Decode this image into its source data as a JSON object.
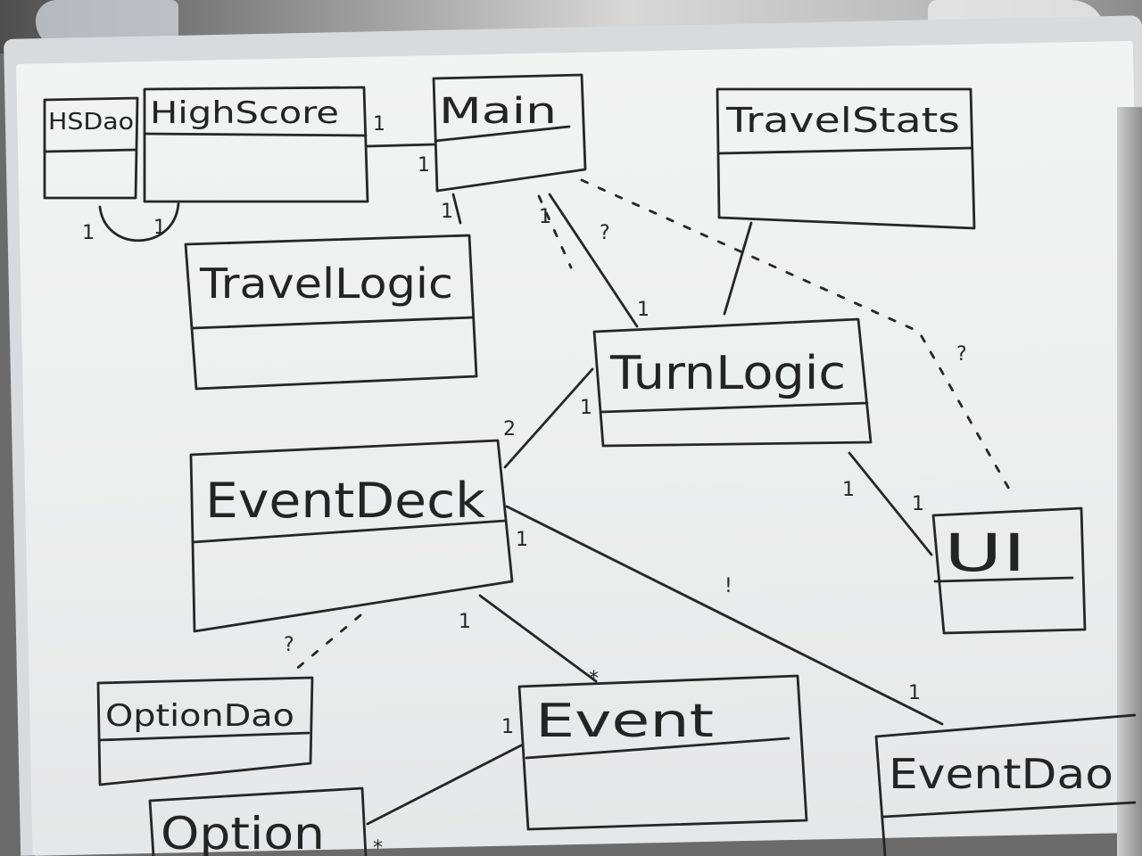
{
  "classes": {
    "hsdao": "HSDao",
    "highscore": "HighScore",
    "main": "Main",
    "travelstats": "TravelStats",
    "travellogic": "TravelLogic",
    "turnlogic": "TurnLogic",
    "eventdeck": "EventDeck",
    "ui": "UI",
    "optiondao": "OptionDao",
    "event": "Event",
    "eventdao": "EventDao",
    "option": "Option"
  },
  "multiplicities": {
    "highscore_main_left": "1",
    "highscore_main_right": "1",
    "hsdao_loop_left": "1",
    "hsdao_loop_right": "1",
    "main_travellogic": "1",
    "main_turnlogic_main_end": "1",
    "main_turnlogic_question": "?",
    "main_turnlogic_turn_end": "1",
    "main_ui_question": "?",
    "turnlogic_eventdeck_turn_end": "1",
    "turnlogic_eventdeck_deck_end": "2",
    "turnlogic_ui_turn_end": "1",
    "turnlogic_ui_ui_end": "1",
    "eventdeck_eventdao_deck_end": "1",
    "eventdeck_eventdao_exclaim": "!",
    "eventdeck_eventdao_dao_end": "1",
    "eventdeck_event_deck_end": "1",
    "eventdeck_event_event_end": "*",
    "eventdeck_optiondao_question": "?",
    "event_option_event_end": "1",
    "event_option_option_end": "*"
  },
  "colors": {
    "ink": "#262626",
    "board": "#eeefef"
  }
}
